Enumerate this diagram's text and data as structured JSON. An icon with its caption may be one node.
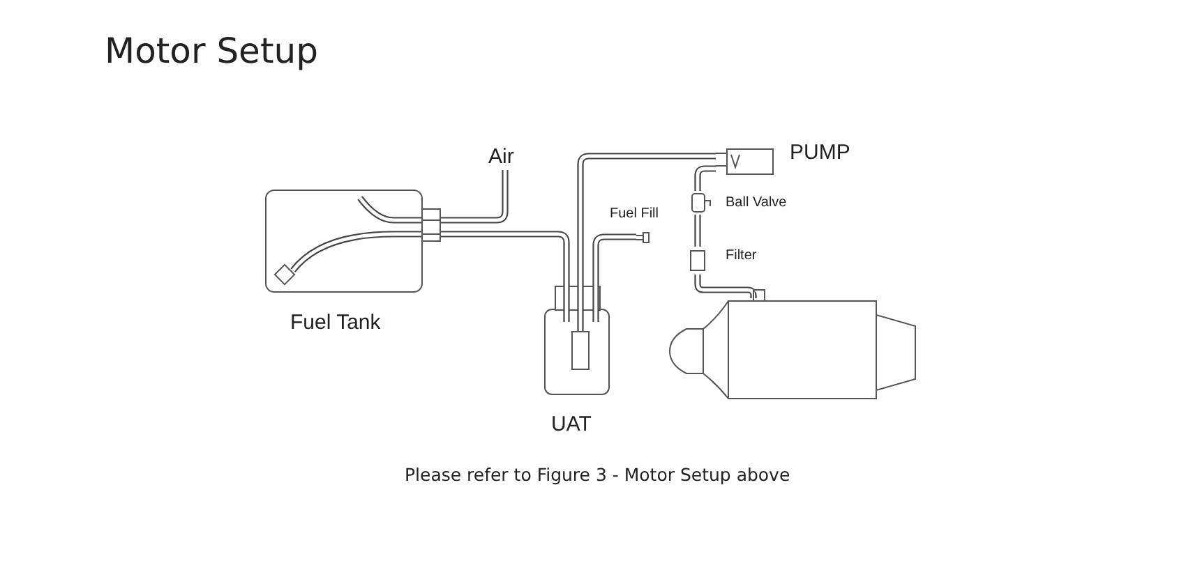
{
  "diagram": {
    "title": "Motor Setup",
    "caption": "Please refer to Figure 3 - Motor Setup above",
    "nodes": [
      {
        "text": [
          "Fuel Tank"
        ]
      },
      {
        "text": [
          "UAT"
        ]
      },
      {
        "text": [
          "PUMP"
        ]
      },
      {
        "text": [
          "Ball Valve"
        ]
      },
      {
        "text": [
          "Filter"
        ]
      },
      {
        "text": [],
        "shape": "picture"
      },
      {
        "text": [
          "Fuel Fill"
        ]
      },
      {
        "text": [
          "Air"
        ]
      }
    ],
    "edges": [
      {
        "from": 0,
        "to": 7,
        "arrow": "none"
      },
      {
        "from": 0,
        "to": 1,
        "arrow": "none"
      },
      {
        "from": 1,
        "to": 2,
        "arrow": "none"
      },
      {
        "from": 1,
        "to": 6,
        "arrow": "none"
      },
      {
        "from": 2,
        "to": 3,
        "arrow": "none"
      },
      {
        "from": 3,
        "to": 4,
        "arrow": "none"
      },
      {
        "from": 4,
        "to": 5,
        "arrow": "none"
      }
    ]
  }
}
